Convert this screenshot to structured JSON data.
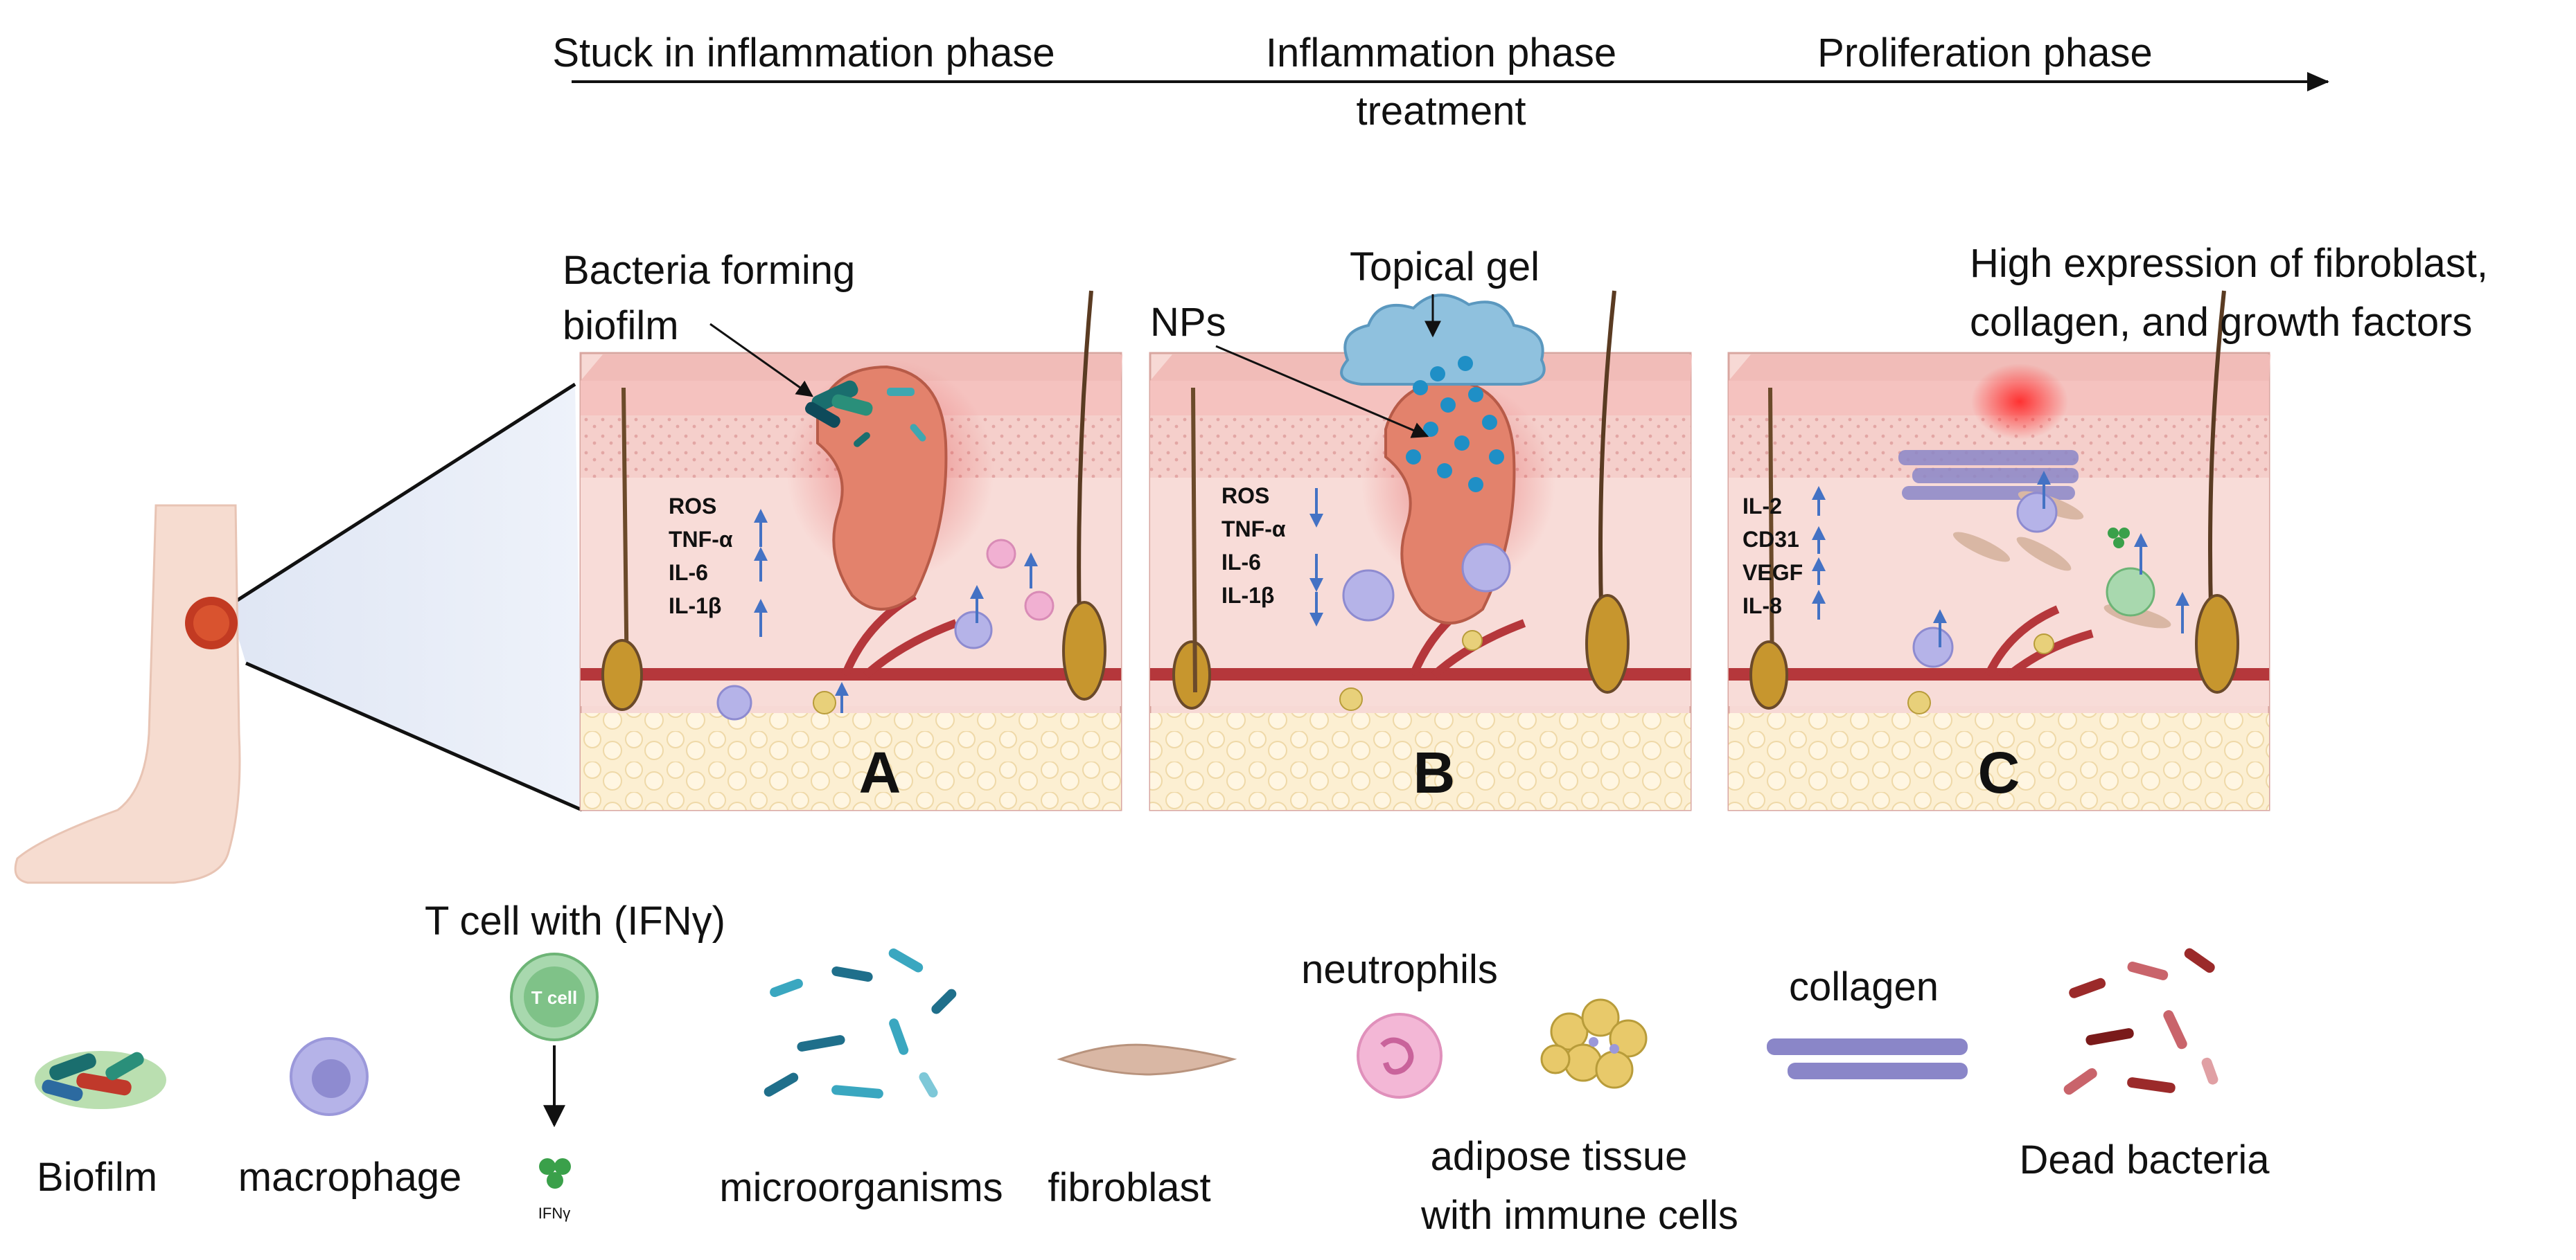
{
  "timeline": {
    "phase_1": "Stuck in inflammation phase",
    "phase_2": "Inflammation phase",
    "phase_2_sub": "treatment",
    "phase_3": "Proliferation phase"
  },
  "panels": {
    "a": {
      "letter": "A",
      "callout": [
        "Bacteria forming",
        "biofilm"
      ],
      "markers": [
        {
          "name": "ROS",
          "arrow": ""
        },
        {
          "name": "TNF-α",
          "arrow": "up"
        },
        {
          "name": "IL-6",
          "arrow": "up"
        },
        {
          "name": "IL-1β",
          "arrow": "up"
        }
      ]
    },
    "b": {
      "letter": "B",
      "callout_gel": "Topical gel",
      "callout_nps": "NPs",
      "markers": [
        {
          "name": "ROS",
          "arrow": "down"
        },
        {
          "name": "TNF-α",
          "arrow": "down"
        },
        {
          "name": "IL-6",
          "arrow": "down"
        },
        {
          "name": "IL-1β",
          "arrow": "down"
        }
      ]
    },
    "c": {
      "letter": "C",
      "callout": [
        "High expression of fibroblast,",
        "collagen, and growth factors"
      ],
      "markers": [
        {
          "name": "IL-2",
          "arrow": "up"
        },
        {
          "name": "CD31",
          "arrow": "up"
        },
        {
          "name": "VEGF",
          "arrow": "up"
        },
        {
          "name": "IL-8",
          "arrow": "up"
        }
      ]
    }
  },
  "legend": {
    "biofilm": "Biofilm",
    "macrophage": "macrophage",
    "tcell": "T cell with (IFNγ)",
    "tcell_icon_text": "T cell",
    "ifng_small": "IFNγ",
    "microorganisms": "microorganisms",
    "fibroblast": "fibroblast",
    "neutrophils": "neutrophils",
    "adipose": [
      "adipose tissue",
      "with immune cells"
    ],
    "collagen": "collagen",
    "dead_bacteria": "Dead bacteria"
  },
  "colors": {
    "arrow_blue": "#4472C4",
    "wound": "#C0392B",
    "skin": "#F3C9C4",
    "vessel": "#B5373B",
    "fat": "#FBEBC7",
    "gel": "#8FC1DE",
    "collagen": "#8A86C8"
  }
}
